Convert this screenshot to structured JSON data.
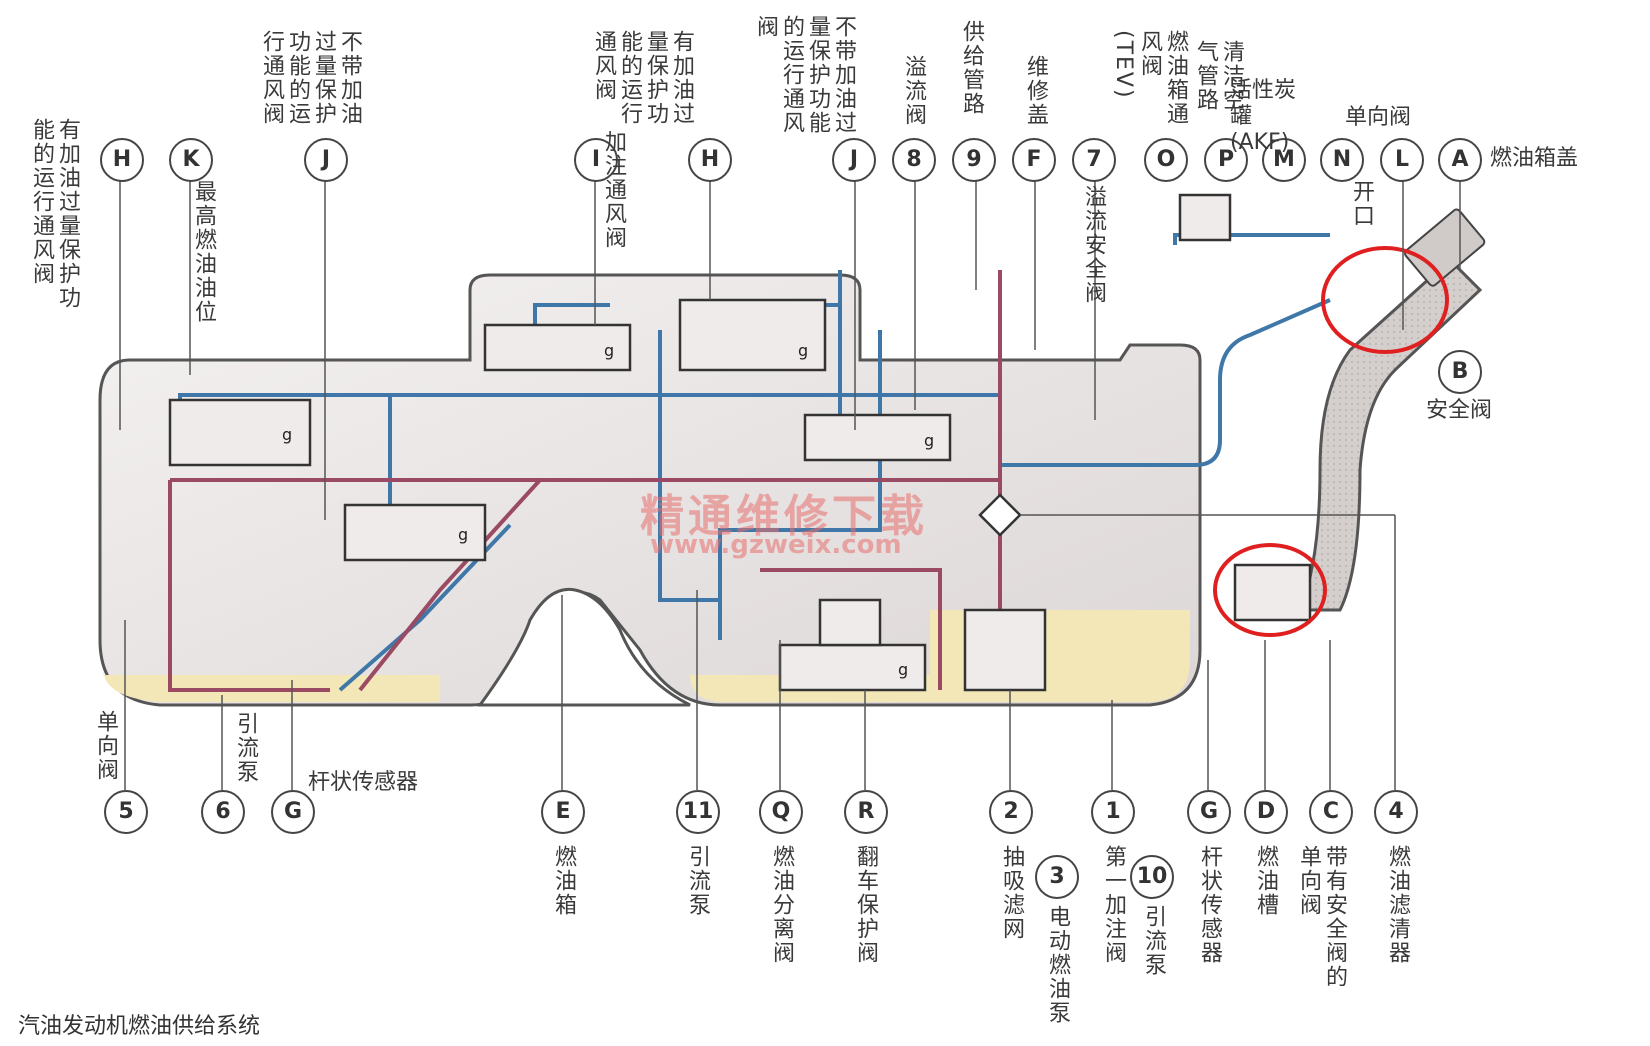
{
  "caption": "汽油发动机燃油供给系统",
  "watermark": {
    "cn": "精通维修下载",
    "url": "www.gzweix.com"
  },
  "top_callouts": [
    {
      "id": "H",
      "desc": "有加油过量保护功能的运行通风阀"
    },
    {
      "id": "K",
      "desc": "最高燃油油位"
    },
    {
      "id": "J",
      "desc": "不带加油过量保护功能的运行通风阀"
    },
    {
      "id": "I",
      "desc": "加注通风阀"
    },
    {
      "id": "H",
      "desc": "有加油过量保护功能的运行通风阀"
    },
    {
      "id": "J",
      "desc": "不带加油过量保护功能的运行通风阀"
    },
    {
      "id": "8",
      "desc": "溢流阀"
    },
    {
      "id": "9",
      "desc": "供给管路"
    },
    {
      "id": "F",
      "desc": "维修盖"
    },
    {
      "id": "7",
      "desc": "溢流安全阀"
    },
    {
      "id": "O",
      "desc": "燃油箱通风阀(TEV)"
    },
    {
      "id": "P",
      "desc": "清洁空气管路"
    },
    {
      "id": "M",
      "desc": "活性炭罐(AKF)"
    },
    {
      "id": "N",
      "desc": "开口"
    },
    {
      "id": "L",
      "desc": "单向阀"
    },
    {
      "id": "A",
      "desc": "燃油箱盖"
    },
    {
      "id": "B",
      "desc": "安全阀"
    }
  ],
  "bottom_callouts": [
    {
      "id": "5",
      "desc": "单向阀"
    },
    {
      "id": "6",
      "desc": "引流泵"
    },
    {
      "id": "G",
      "desc": "杆状传感器"
    },
    {
      "id": "E",
      "desc": "燃油箱"
    },
    {
      "id": "11",
      "desc": "引流泵"
    },
    {
      "id": "Q",
      "desc": "燃油分离阀"
    },
    {
      "id": "R",
      "desc": "翻车保护阀"
    },
    {
      "id": "2",
      "desc": "抽吸滤网"
    },
    {
      "id": "3",
      "desc": "电动燃油泵"
    },
    {
      "id": "1",
      "desc": "第一加注阀"
    },
    {
      "id": "10",
      "desc": "引流泵"
    },
    {
      "id": "G",
      "desc": "杆状传感器"
    },
    {
      "id": "D",
      "desc": "燃油槽"
    },
    {
      "id": "C",
      "desc": "带有安全阀的单向阀"
    },
    {
      "id": "4",
      "desc": "燃油滤清器"
    }
  ],
  "valve_mark": "g",
  "colors": {
    "fuel": "#f3e7b8",
    "tank": "#efebea",
    "vent_line": "#3f78a8",
    "fuel_line": "#9a4a62",
    "highlight": "#e02020"
  }
}
